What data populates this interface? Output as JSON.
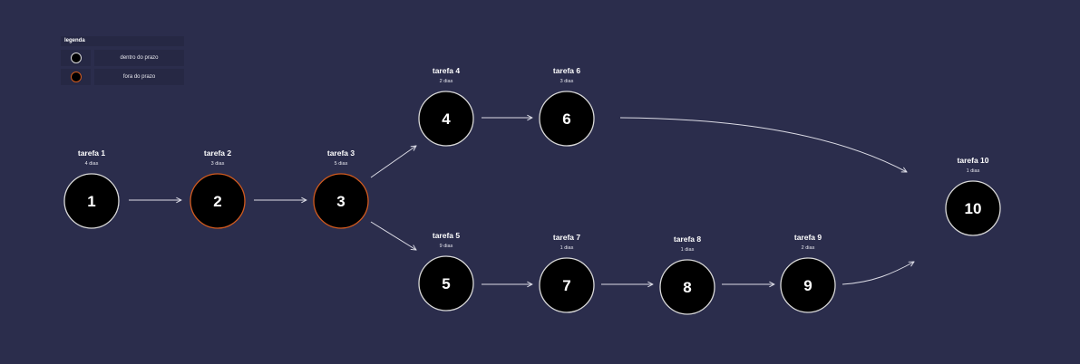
{
  "legend": {
    "title": "legenda",
    "items": [
      {
        "label": "dentro do prazo",
        "status": "on-time",
        "color": "#d9d9d9"
      },
      {
        "label": "fora do prazo",
        "status": "late",
        "color": "#d25a1e"
      }
    ]
  },
  "colors": {
    "background": "#2b2d4c",
    "node_fill": "#000000",
    "on_time_border": "#d9d9d9",
    "late_border": "#d25a1e",
    "arrow": "#dcdce6"
  },
  "tasks": [
    {
      "id": "1",
      "title": "tarefa 1",
      "duration": "4 dias",
      "status": "on-time"
    },
    {
      "id": "2",
      "title": "tarefa 2",
      "duration": "3 dias",
      "status": "late"
    },
    {
      "id": "3",
      "title": "tarefa 3",
      "duration": "5 dias",
      "status": "late"
    },
    {
      "id": "4",
      "title": "tarefa 4",
      "duration": "2 dias",
      "status": "on-time"
    },
    {
      "id": "5",
      "title": "tarefa 5",
      "duration": "9 dias",
      "status": "on-time"
    },
    {
      "id": "6",
      "title": "tarefa 6",
      "duration": "3 dias",
      "status": "on-time"
    },
    {
      "id": "7",
      "title": "tarefa 7",
      "duration": "1 dias",
      "status": "on-time"
    },
    {
      "id": "8",
      "title": "tarefa 8",
      "duration": "1 dias",
      "status": "on-time"
    },
    {
      "id": "9",
      "title": "tarefa 9",
      "duration": "2 dias",
      "status": "on-time"
    },
    {
      "id": "10",
      "title": "tarefa 10",
      "duration": "1 dias",
      "status": "on-time"
    }
  ],
  "dependencies": [
    {
      "from": "1",
      "to": "2"
    },
    {
      "from": "2",
      "to": "3"
    },
    {
      "from": "3",
      "to": "4"
    },
    {
      "from": "3",
      "to": "5"
    },
    {
      "from": "4",
      "to": "6"
    },
    {
      "from": "6",
      "to": "10"
    },
    {
      "from": "5",
      "to": "7"
    },
    {
      "from": "7",
      "to": "8"
    },
    {
      "from": "8",
      "to": "9"
    },
    {
      "from": "9",
      "to": "10"
    }
  ]
}
